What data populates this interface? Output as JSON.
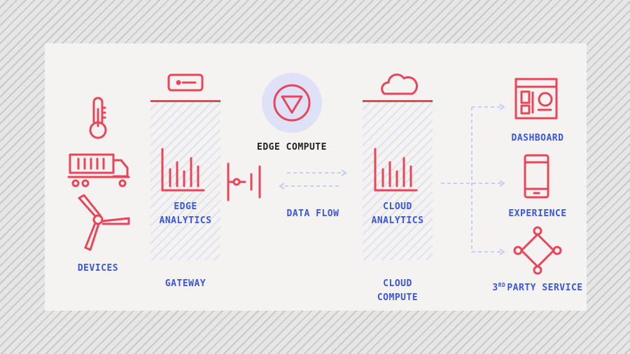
{
  "devices_label": "DEVICES",
  "gateway": {
    "top": "EDGE",
    "bottom": "ANALYTICS",
    "caption": "GATEWAY"
  },
  "edge_compute_label": "EDGE COMPUTE",
  "data_flow_label": "DATA FLOW",
  "cloud": {
    "top": "CLOUD",
    "bottom": "ANALYTICS",
    "caption_top": "CLOUD",
    "caption_bottom": "COMPUTE"
  },
  "outputs": {
    "dashboard": "DASHBOARD",
    "experience": "EXPERIENCE",
    "third_party_prefix": "3",
    "third_party_sup": "RD",
    "third_party_rest": "PARTY SERVICE"
  },
  "colors": {
    "accent_red": "#ea4459",
    "label_blue": "#3a55e0",
    "flow_lavender": "#c7cdf3",
    "edge_circle": "#dfe2f6"
  },
  "icons": [
    "thermometer-icon",
    "truck-icon",
    "wind-turbine-icon",
    "server-icon",
    "edge-triangle-icon",
    "cloud-icon",
    "bar-chart-icon",
    "antenna-icon",
    "dashboard-icon",
    "phone-icon",
    "network-diamond-icon"
  ]
}
